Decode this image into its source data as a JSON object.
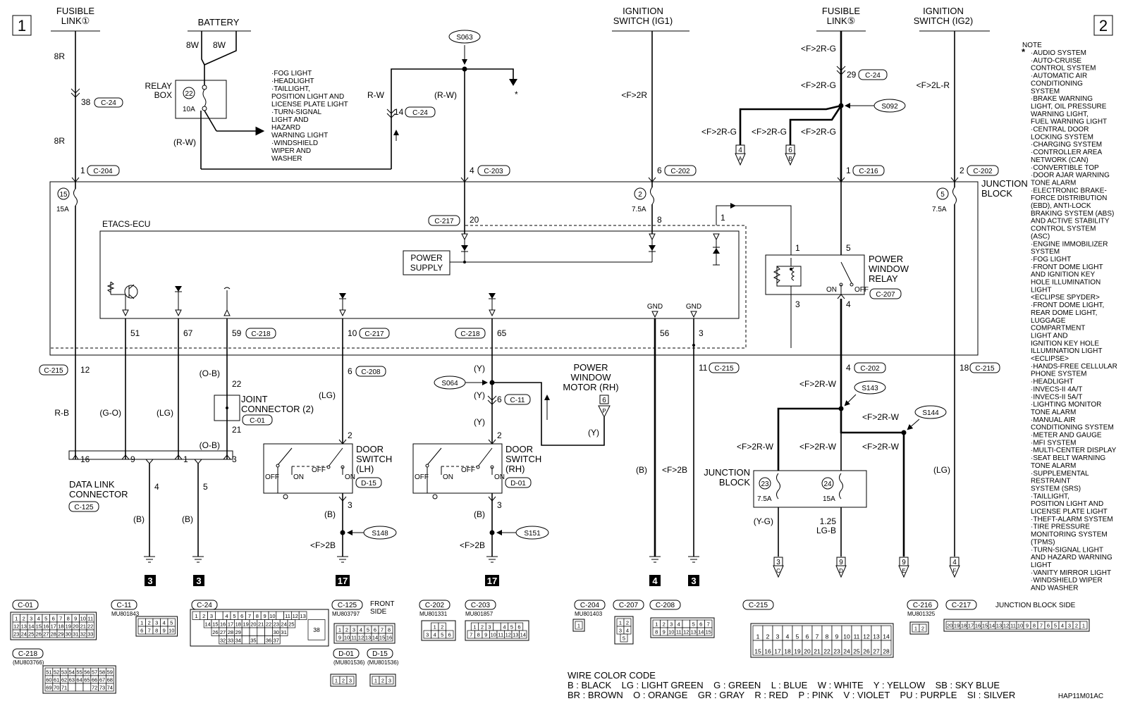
{
  "pages": {
    "left": "1",
    "right": "2"
  },
  "sources": {
    "fusible_link_1": [
      "FUSIBLE",
      "LINK①"
    ],
    "battery": "BATTERY",
    "ignition_ig1": [
      "IGNITION",
      "SWITCH (IG1)"
    ],
    "fusible_link_5": [
      "FUSIBLE",
      "LINK⑤"
    ],
    "ignition_ig2": [
      "IGNITION",
      "SWITCH (IG2)"
    ]
  },
  "relay_box": {
    "label": [
      "RELAY",
      "BOX"
    ],
    "fuse_no": "22",
    "fuse_amp": "10A",
    "loads": [
      "·FOG LIGHT",
      "·HEADLIGHT",
      "·TAILLIGHT,",
      "POSITION LIGHT AND",
      "LICENSE PLATE LIGHT",
      "·TURN-SIGNAL",
      "LIGHT AND",
      "HAZARD",
      "WARNING LIGHT",
      "·WINDSHIELD",
      "WIPER AND",
      "WASHER"
    ]
  },
  "splices": {
    "s063": "S063",
    "s092": "S092",
    "s064": "S064",
    "s143": "S143",
    "s144": "S144",
    "s148": "S148",
    "s151": "S151"
  },
  "wires": {
    "8w": "8W",
    "8r": "8R",
    "rw": "R-W",
    "rw_paren": "(R-W)",
    "f2rg": "<F>2R-G",
    "f2r": "<F>2R",
    "f2lr": "<F>2L-R",
    "f2rw": "<F>2R-W",
    "f2b": "<F>2B",
    "rb": "R-B",
    "go": "(G-O)",
    "lg": "(LG)",
    "ob": "(O-B)",
    "b": "(B)",
    "y": "(Y)",
    "yg": "(Y-G)",
    "lgb": [
      "1.25",
      "LG-B"
    ],
    "star": "*"
  },
  "pins": {
    "p38": "38",
    "p29": "29",
    "p14": "14",
    "p1": "1",
    "p4": "4",
    "p6": "6",
    "p2": "2",
    "p20": "20",
    "p8": "8",
    "p5": "5",
    "p3": "3",
    "p12": "12",
    "p9": "9",
    "p16": "16",
    "p22": "22",
    "p21": "21",
    "p51": "51",
    "p67": "67",
    "p59": "59",
    "p10": "10",
    "p65": "65",
    "p56": "56",
    "p11": "11",
    "p18": "18"
  },
  "connectors": {
    "c24": "C-24",
    "c204": "C-204",
    "c203": "C-203",
    "c202": "C-202",
    "c216": "C-216",
    "c217": "C-217",
    "c218": "C-218",
    "c215": "C-215",
    "c207": "C-207",
    "c208": "C-208",
    "c11": "C-11",
    "c01": "C-01",
    "c125": "C-125",
    "d15": "D-15",
    "d01": "D-01"
  },
  "fuses": {
    "f15": "15",
    "a15": "15A",
    "f2": "2",
    "a75": "7.5A",
    "f5": "5",
    "f23": "23",
    "f24": "24"
  },
  "junction_block": [
    "JUNCTION",
    "BLOCK"
  ],
  "etacs": "ETACS-ECU",
  "power_supply": [
    "POWER",
    "SUPPLY"
  ],
  "gnd": "GND",
  "pw_relay": [
    "POWER",
    "WINDOW",
    "RELAY"
  ],
  "on": "ON",
  "off": "OFF",
  "pw_motor": [
    "POWER",
    "WINDOW",
    "MOTOR (RH)"
  ],
  "joint_connector": [
    "JOINT",
    "CONNECTOR (2)"
  ],
  "dlc": [
    "DATA LINK",
    "CONNECTOR"
  ],
  "door_lh": [
    "DOOR",
    "SWITCH",
    "(LH)"
  ],
  "door_rh": [
    "DOOR",
    "SWITCH",
    "(RH)"
  ],
  "grounds": {
    "g3": "3",
    "g17": "17",
    "g4": "4"
  },
  "refs": {
    "r4a": "4",
    "a": "A",
    "r6b": "6",
    "b": "B",
    "r6p": "6",
    "p": "P",
    "r3c": "3",
    "c": "C",
    "r9d": "9",
    "d": "D",
    "r9e": "9",
    "e": "E",
    "r4f": "4",
    "f": "F"
  },
  "note_title": "NOTE",
  "note_star": "*",
  "note_items": [
    "·AUDIO SYSTEM",
    "·AUTO-CRUISE",
    "CONTROL SYSTEM",
    "·AUTOMATIC AIR",
    "CONDITIONING",
    "SYSTEM",
    "·BRAKE WARNING",
    "LIGHT, OIL PRESSURE",
    "WARNING LIGHT,",
    "FUEL WARNING LIGHT",
    "·CENTRAL DOOR",
    "LOCKING SYSTEM",
    "·CHARGING SYSTEM",
    "·CONTROLLER AREA",
    "NETWORK (CAN)",
    "·CONVERTIBLE TOP",
    "·DOOR AJAR WARNING",
    "TONE ALARM",
    "·ELECTRONIC BRAKE-",
    "FORCE DISTRIBUTION",
    "(EBD), ANTI-LOCK",
    "BRAKING SYSTEM (ABS)",
    "AND ACTIVE STABILITY",
    "CONTROL SYSTEM",
    "(ASC)",
    "·ENGINE IMMOBILIZER",
    "SYSTEM",
    "·FOG LIGHT",
    "·FRONT DOME LIGHT",
    "AND IGNITION KEY",
    "HOLE ILLUMINATION",
    "LIGHT",
    "<ECLIPSE SPYDER>",
    "·FRONT DOME LIGHT,",
    "REAR DOME LIGHT,",
    "LUGGAGE",
    "COMPARTMENT",
    "LIGHT AND",
    "IGNITION KEY HOLE",
    "ILLUMINATION LIGHT",
    "<ECLIPSE>",
    "·HANDS-FREE CELLULAR",
    "PHONE SYSTEM",
    "·HEADLIGHT",
    "·INVECS-II 4A/T",
    "·INVECS-II 5A/T",
    "·LIGHTING MONITOR",
    "TONE ALARM",
    "·MANUAL AIR",
    "CONDITIONING SYSTEM",
    "·METER AND GAUGE",
    "·MFI SYSTEM",
    "·MULTI-CENTER DISPLAY",
    "·SEAT BELT WARNING",
    "TONE ALARM",
    "·SUPPLEMENTAL",
    "RESTRAINT",
    "SYSTEM (SRS)",
    "·TAILLIGHT,",
    "POSITION LIGHT AND",
    "LICENSE PLATE LIGHT",
    "·THEFT-ALARM SYSTEM",
    "·TIRE PRESSURE",
    "MONITORING SYSTEM",
    "(TPMS)",
    "·TURN-SIGNAL LIGHT",
    "AND HAZARD WARNING",
    "LIGHT",
    "·VANITY MIRROR LIGHT",
    "·WINDSHIELD WIPER",
    "AND WASHER"
  ],
  "faces": {
    "c01": {
      "label": "C-01",
      "rows": [
        [
          "1",
          "2",
          "3",
          "4",
          "5",
          "6",
          "7",
          "8",
          "9",
          "10",
          "11"
        ],
        [
          "12",
          "13",
          "14",
          "15",
          "16",
          "17",
          "18",
          "19",
          "20",
          "21",
          "22"
        ],
        [
          "23",
          "24",
          "25",
          "26",
          "27",
          "28",
          "29",
          "30",
          "31",
          "32",
          "33"
        ]
      ]
    },
    "c11": {
      "label": "C-11",
      "part": "MU801843",
      "rows": [
        [
          "1",
          "2",
          "3",
          "4",
          "5"
        ],
        [
          "6",
          "7",
          "8",
          "9",
          "10"
        ]
      ]
    },
    "c24": {
      "label": "C-24",
      "rows": [
        [
          "1",
          "2",
          "3",
          "",
          "4",
          "5",
          "6",
          "7",
          "8",
          "9",
          "10",
          "",
          "11",
          "12",
          "13"
        ],
        [
          "14",
          "15",
          "16",
          "17",
          "18",
          "19",
          "20",
          "21",
          "22",
          "23",
          "24",
          "25"
        ],
        [
          "26",
          "27",
          "28",
          "29",
          "",
          "",
          "",
          "",
          "30",
          "31"
        ],
        [
          "32",
          "33",
          "34",
          "",
          "35",
          "",
          "36",
          "37"
        ]
      ],
      "big": "38"
    },
    "c218": {
      "label": "C-218",
      "part": "(MU803766)",
      "rows": [
        [
          "51",
          "52",
          "53",
          "54",
          "55",
          "56",
          "57",
          "58",
          "59"
        ],
        [
          "60",
          "61",
          "62",
          "63",
          "64",
          "65",
          "66",
          "67",
          "68"
        ],
        [
          "69",
          "70",
          "71",
          "",
          "",
          "",
          "72",
          "73",
          "74"
        ]
      ]
    },
    "c125": {
      "label": "C-125",
      "part": "MU803797",
      "side": [
        "FRONT",
        "SIDE"
      ],
      "rows": [
        [
          "1",
          "2",
          "3",
          "4",
          "5",
          "6",
          "7",
          "8"
        ],
        [
          "9",
          "10",
          "11",
          "12",
          "13",
          "14",
          "15",
          "16"
        ]
      ]
    },
    "d01": {
      "label": "D-01",
      "part": "(MU801536)",
      "rows": [
        [
          "1",
          "2",
          "3"
        ]
      ]
    },
    "d15": {
      "label": "D-15",
      "part": "(MU801536)",
      "rows": [
        [
          "1",
          "2",
          "3"
        ]
      ]
    },
    "c202": {
      "label": "C-202",
      "part": "MU801331",
      "rows": [
        [
          "1",
          "2"
        ],
        [
          "3",
          "4",
          "5",
          "6"
        ]
      ]
    },
    "c203": {
      "label": "C-203",
      "part": "MU801857",
      "rows": [
        [
          "1",
          "2",
          "3",
          "",
          "4",
          "5",
          "6"
        ],
        [
          "7",
          "8",
          "9",
          "10",
          "11",
          "12",
          "13",
          "14"
        ]
      ]
    },
    "c204": {
      "label": "C-204",
      "part": "MU801403",
      "rows": [
        [
          "1"
        ]
      ]
    },
    "c207": {
      "label": "C-207",
      "rows": [
        [
          "1",
          "2"
        ],
        [
          "3",
          "4"
        ],
        [
          "5"
        ]
      ]
    },
    "c208": {
      "label": "C-208",
      "rows": [
        [
          "1",
          "2",
          "3",
          "4",
          "",
          "5",
          "6",
          "7"
        ],
        [
          "8",
          "9",
          "10",
          "11",
          "12",
          "13",
          "14",
          "15"
        ]
      ]
    },
    "c215": {
      "label": "C-215",
      "rows": [
        [
          "1",
          "2",
          "3",
          "4",
          "5",
          "6",
          "7",
          "8",
          "9",
          "10",
          "11",
          "12",
          "13",
          "14"
        ],
        [
          "15",
          "16",
          "17",
          "18",
          "19",
          "20",
          "21",
          "22",
          "23",
          "24",
          "25",
          "26",
          "27",
          "28"
        ]
      ]
    },
    "c216": {
      "label": "C-216",
      "part": "MU801325",
      "rows": [
        [
          "1",
          "2"
        ]
      ]
    },
    "c217": {
      "label": "C-217",
      "side": "JUNCTION BLOCK SIDE",
      "rows": [
        [
          "20",
          "19",
          "18",
          "17",
          "16",
          "15",
          "14",
          "13",
          "12",
          "11",
          "10",
          "9",
          "8",
          "7",
          "6",
          "5",
          "4",
          "3",
          "2",
          "1"
        ]
      ]
    }
  },
  "wire_color_code": {
    "title": "WIRE COLOR CODE",
    "line1": "B : BLACK    LG : LIGHT GREEN    G : GREEN    L : BLUE    W : WHITE    Y : YELLOW    SB : SKY BLUE",
    "line2": "BR : BROWN    O : ORANGE    GR : GRAY    R : RED    P : PINK    V : VIOLET    PU : PURPLE    SI : SILVER"
  },
  "figure_code": "HAP11M01AC"
}
